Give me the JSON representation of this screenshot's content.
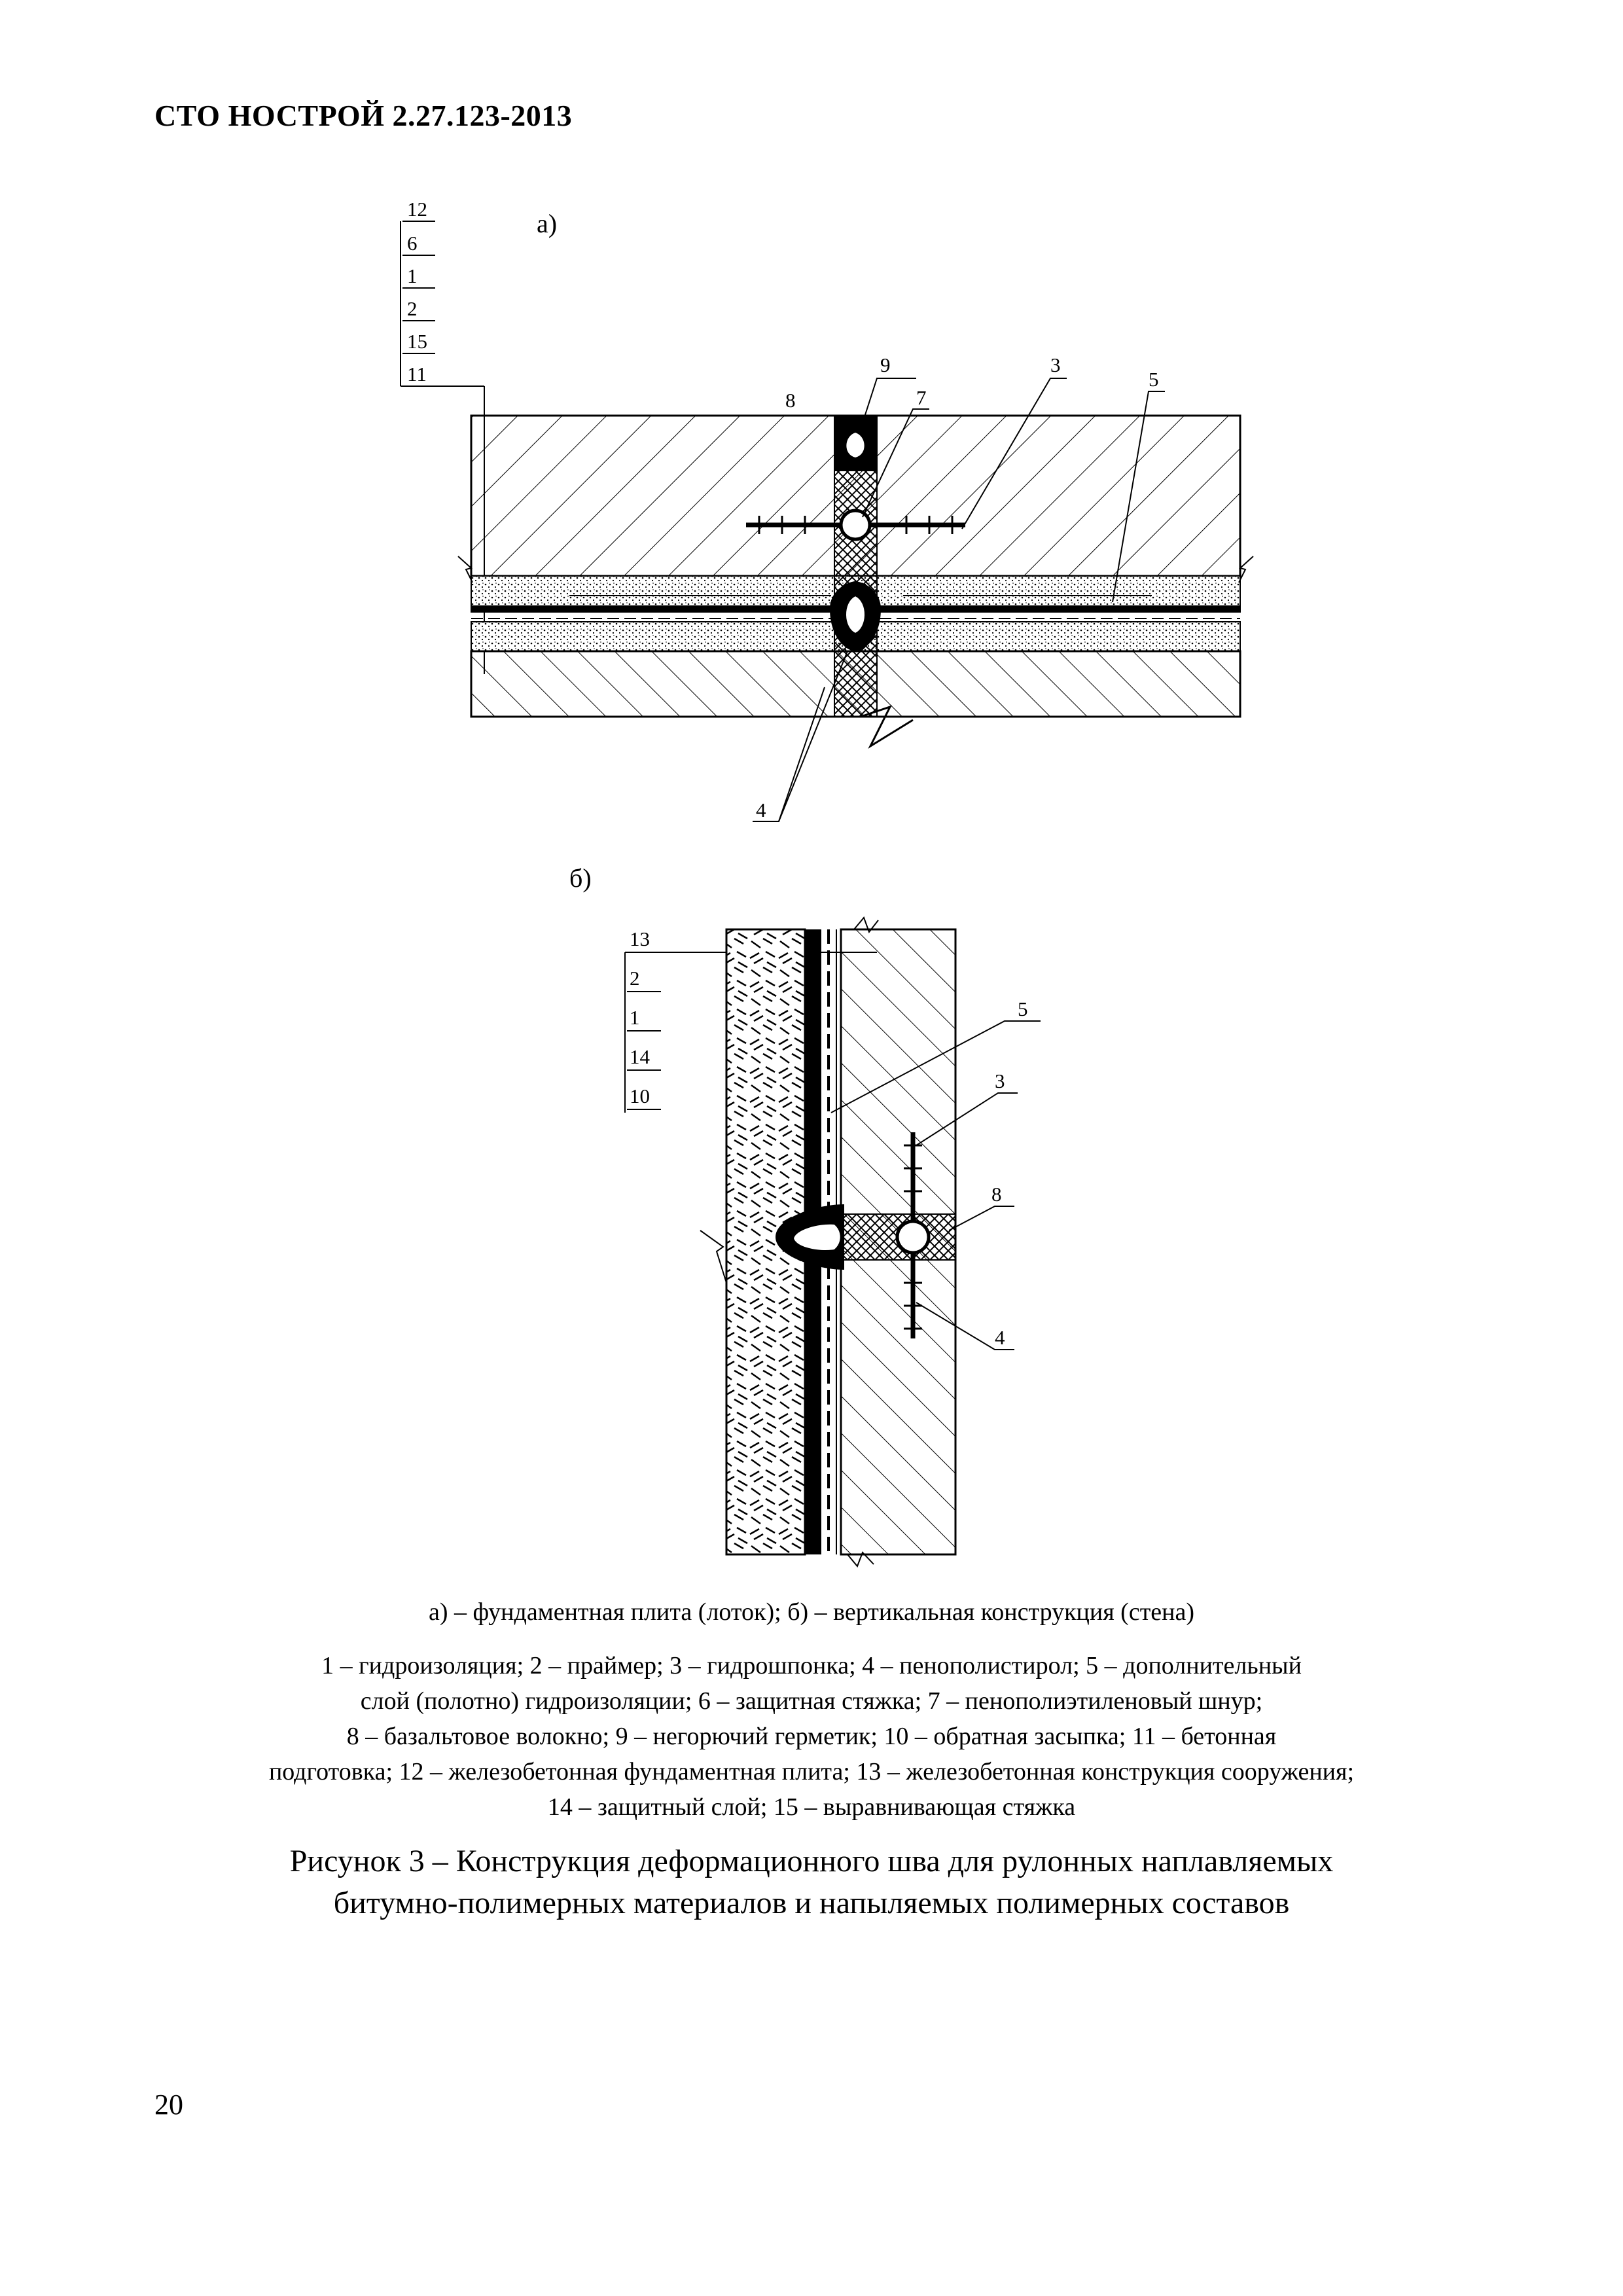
{
  "header": {
    "doc_code": "СТО НОСТРОЙ 2.27.123-2013"
  },
  "figure": {
    "panel_a": {
      "label": "а)",
      "stack_labels": [
        "12",
        "6",
        "1",
        "2",
        "15",
        "11"
      ],
      "callouts": {
        "c3": "3",
        "c4": "4",
        "c5": "5",
        "c7": "7",
        "c8": "8",
        "c9": "9"
      }
    },
    "panel_b": {
      "label": "б)",
      "stack_labels": [
        "13",
        "2",
        "1",
        "14",
        "10"
      ],
      "callouts": {
        "c3": "3",
        "c4": "4",
        "c5": "5",
        "c8": "8"
      }
    }
  },
  "captions": {
    "subcaption": "а) – фундаментная плита (лоток); б) – вертикальная конструкция (стена)",
    "legend_lines": [
      "1 – гидроизоляция; 2 – праймер; 3 – гидрошпонка; 4 – пенополистирол; 5 – дополнительный",
      "слой (полотно) гидроизоляции; 6 – защитная стяжка; 7 – пенополиэтиленовый шнур;",
      "8 – базальтовое волокно; 9 – негорючий герметик; 10 – обратная засыпка; 11 – бетонная",
      "подготовка; 12 – железобетонная фундаментная плита; 13 – железобетонная конструкция сооружения;",
      "14 – защитный слой; 15 – выравнивающая стяжка"
    ],
    "title_lines": [
      "Рисунок 3 – Конструкция деформационного шва для рулонных наплавляемых",
      "битумно-полимерных материалов и напыляемых полимерных составов"
    ]
  },
  "page_number": "20"
}
